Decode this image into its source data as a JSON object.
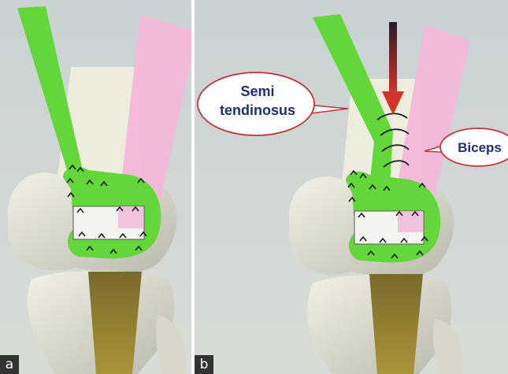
{
  "panels": [
    {
      "id": "a",
      "letter": "a"
    },
    {
      "id": "b",
      "letter": "b"
    }
  ],
  "labels": {
    "semi_line1": "Semi",
    "semi_line2": "tendinosus",
    "biceps": "Biceps"
  },
  "colors": {
    "background": "#cfd6d8",
    "tendon_semitendinosus": "#63d63a",
    "tendon_biceps": "#f2b8d8",
    "bone": "#eceadc",
    "ligament_graft": "#8c7a2a",
    "suture": "#1a1a2a",
    "arrow": "#c8322a",
    "callout_outline": "#c8323a",
    "callout_text": "#1f2e73",
    "letter_badge_bg": "#333333"
  }
}
